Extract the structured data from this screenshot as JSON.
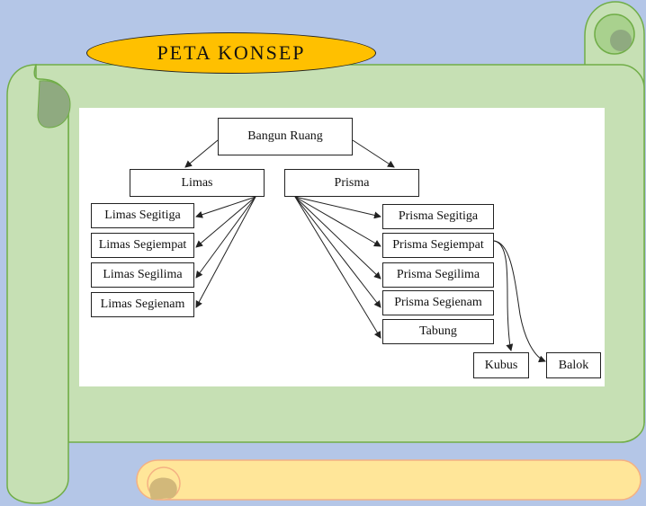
{
  "title": "PETA KONSEP",
  "colors": {
    "background": "#b4c6e7",
    "scroll_fill": "#c6e0b4",
    "scroll_shade": "#a9d18e",
    "scroll_edge": "#70ad47",
    "curl_shadow": "#8faa80",
    "title_fill": "#ffc000",
    "bottom_scroll_fill": "#ffe699",
    "bottom_scroll_edge": "#f4b183"
  },
  "diagram": {
    "root": "Bangun Ruang",
    "branches": [
      {
        "label": "Limas",
        "children": [
          "Limas Segitiga",
          "Limas Segiempat",
          "Limas Segilima",
          "Limas Segienam"
        ]
      },
      {
        "label": "Prisma",
        "children": [
          "Prisma Segitiga",
          "Prisma Segiempat",
          "Prisma Segilima",
          "Prisma Segienam",
          "Tabung"
        ]
      }
    ],
    "subbranch": {
      "parent": "Prisma Segiempat",
      "children": [
        "Kubus",
        "Balok"
      ]
    }
  }
}
